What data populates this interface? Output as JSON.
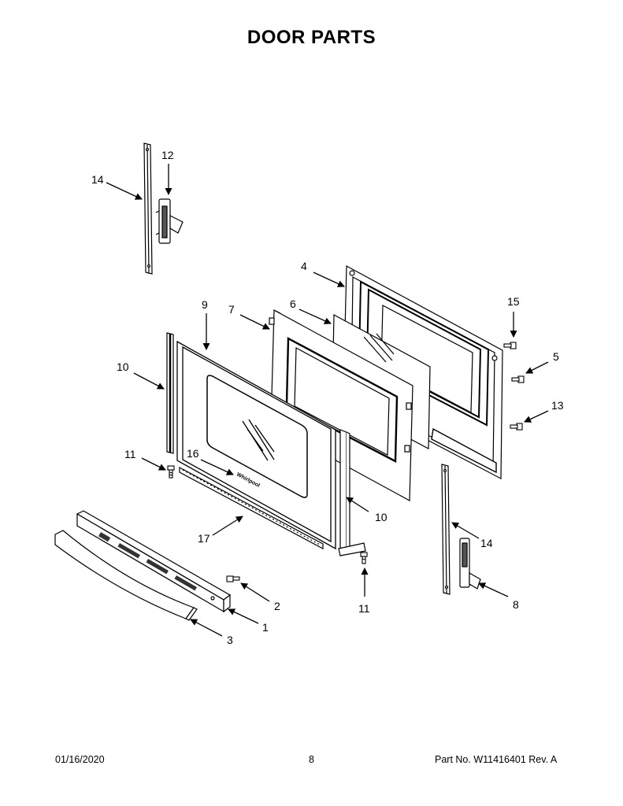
{
  "page": {
    "title": "DOOR PARTS"
  },
  "callouts": {
    "c1": "1",
    "c2": "2",
    "c3": "3",
    "c4": "4",
    "c5": "5",
    "c6": "6",
    "c7": "7",
    "c8": "8",
    "c9": "9",
    "c10a": "10",
    "c10b": "10",
    "c11a": "11",
    "c11b": "11",
    "c12": "12",
    "c13": "13",
    "c14a": "14",
    "c14b": "14",
    "c15": "15",
    "c16": "16",
    "c17": "17"
  },
  "footer": {
    "date": "01/16/2020",
    "page_number": "8",
    "part_number": "Part No.  W11416401   Rev.  A"
  }
}
